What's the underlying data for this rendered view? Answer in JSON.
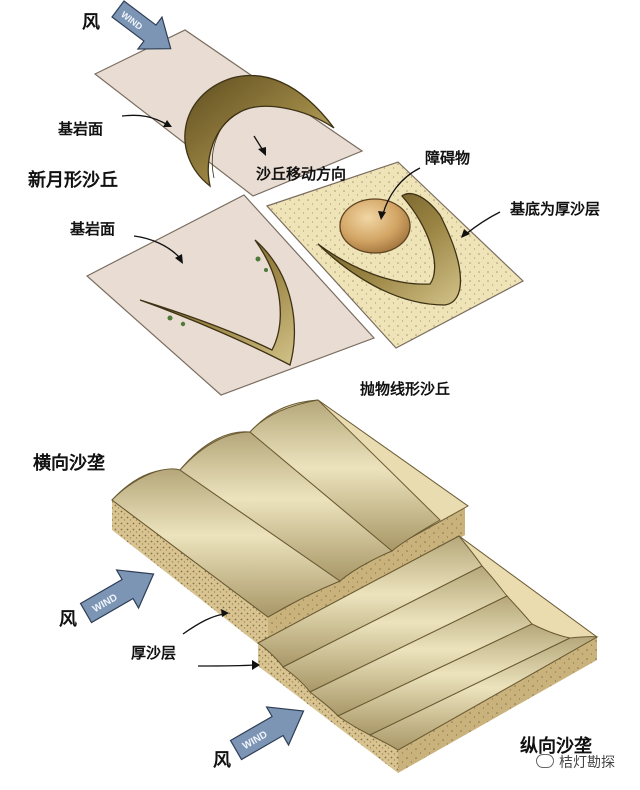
{
  "labels": {
    "wind_top": "风",
    "bedrock_top": "基岩面",
    "barchan": "新月形沙丘",
    "dune_move_dir": "沙丘移动方向",
    "obstacle": "障碍物",
    "bedrock_mid": "基岩面",
    "thick_sand_base": "基底为厚沙层",
    "parabolic": "抛物线形沙丘",
    "transverse": "横向沙垄",
    "wind_left": "风",
    "thick_sand": "厚沙层",
    "wind_bottom": "风",
    "longitudinal": "纵向沙垄"
  },
  "arrow_text": {
    "wind_arrow_1": "WIND",
    "wind_arrow_2": "WIND",
    "wind_arrow_3": "WIND"
  },
  "watermark": {
    "text": "桔灯勘探",
    "icon": "wechat-icon"
  },
  "colors": {
    "paper": "#e9dcd2",
    "sand": "#efe3b8",
    "dune_light": "#e6d9a2",
    "dune_dark": "#a8904a",
    "arrow_blue": "#7c95b5"
  }
}
